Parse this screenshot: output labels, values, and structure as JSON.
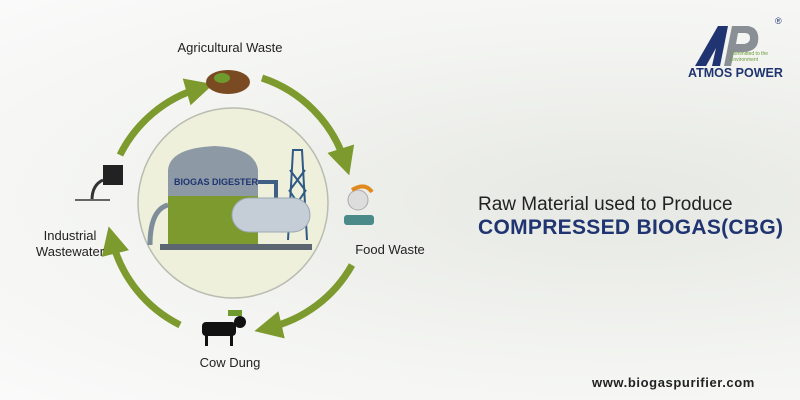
{
  "diagram": {
    "center_label": "BIOGAS DIGESTER",
    "nodes": [
      {
        "label": "Agricultural Waste",
        "icon": "agricultural-waste-icon"
      },
      {
        "label": "Food Waste",
        "icon": "food-waste-icon"
      },
      {
        "label": "Cow Dung",
        "icon": "cow-icon"
      },
      {
        "label": "Industrial\nWastewater",
        "icon": "industrial-wastewater-icon"
      }
    ],
    "arrow_color": "#7d9a2e"
  },
  "heading": {
    "line1": "Raw Material used to Produce",
    "line2": "COMPRESSED BIOGAS(CBG)"
  },
  "brand": {
    "logo_letters": "AP",
    "name": "ATMOS POWER",
    "tagline": "Committed to the Environment",
    "registered": "®",
    "color": "#1f3470"
  },
  "footer": {
    "url": "www.biogaspurifier.com"
  }
}
